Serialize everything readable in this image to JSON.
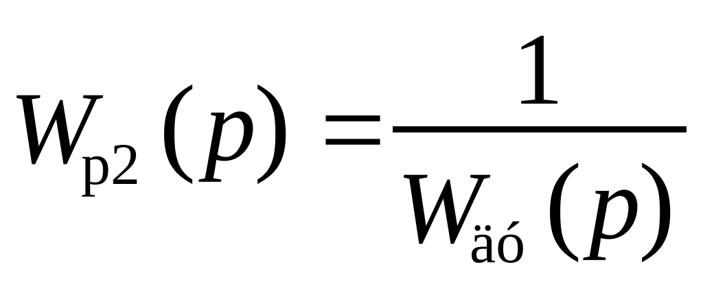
{
  "formula": {
    "lhs": {
      "symbol": "W",
      "subscript": "р2",
      "open_paren": "(",
      "argument": "p",
      "close_paren": ")"
    },
    "equals": "=",
    "numerator": "1",
    "denominator": {
      "symbol": "W",
      "subscript": "äó",
      "open_paren": "(",
      "argument": "p",
      "close_paren": ")"
    }
  }
}
